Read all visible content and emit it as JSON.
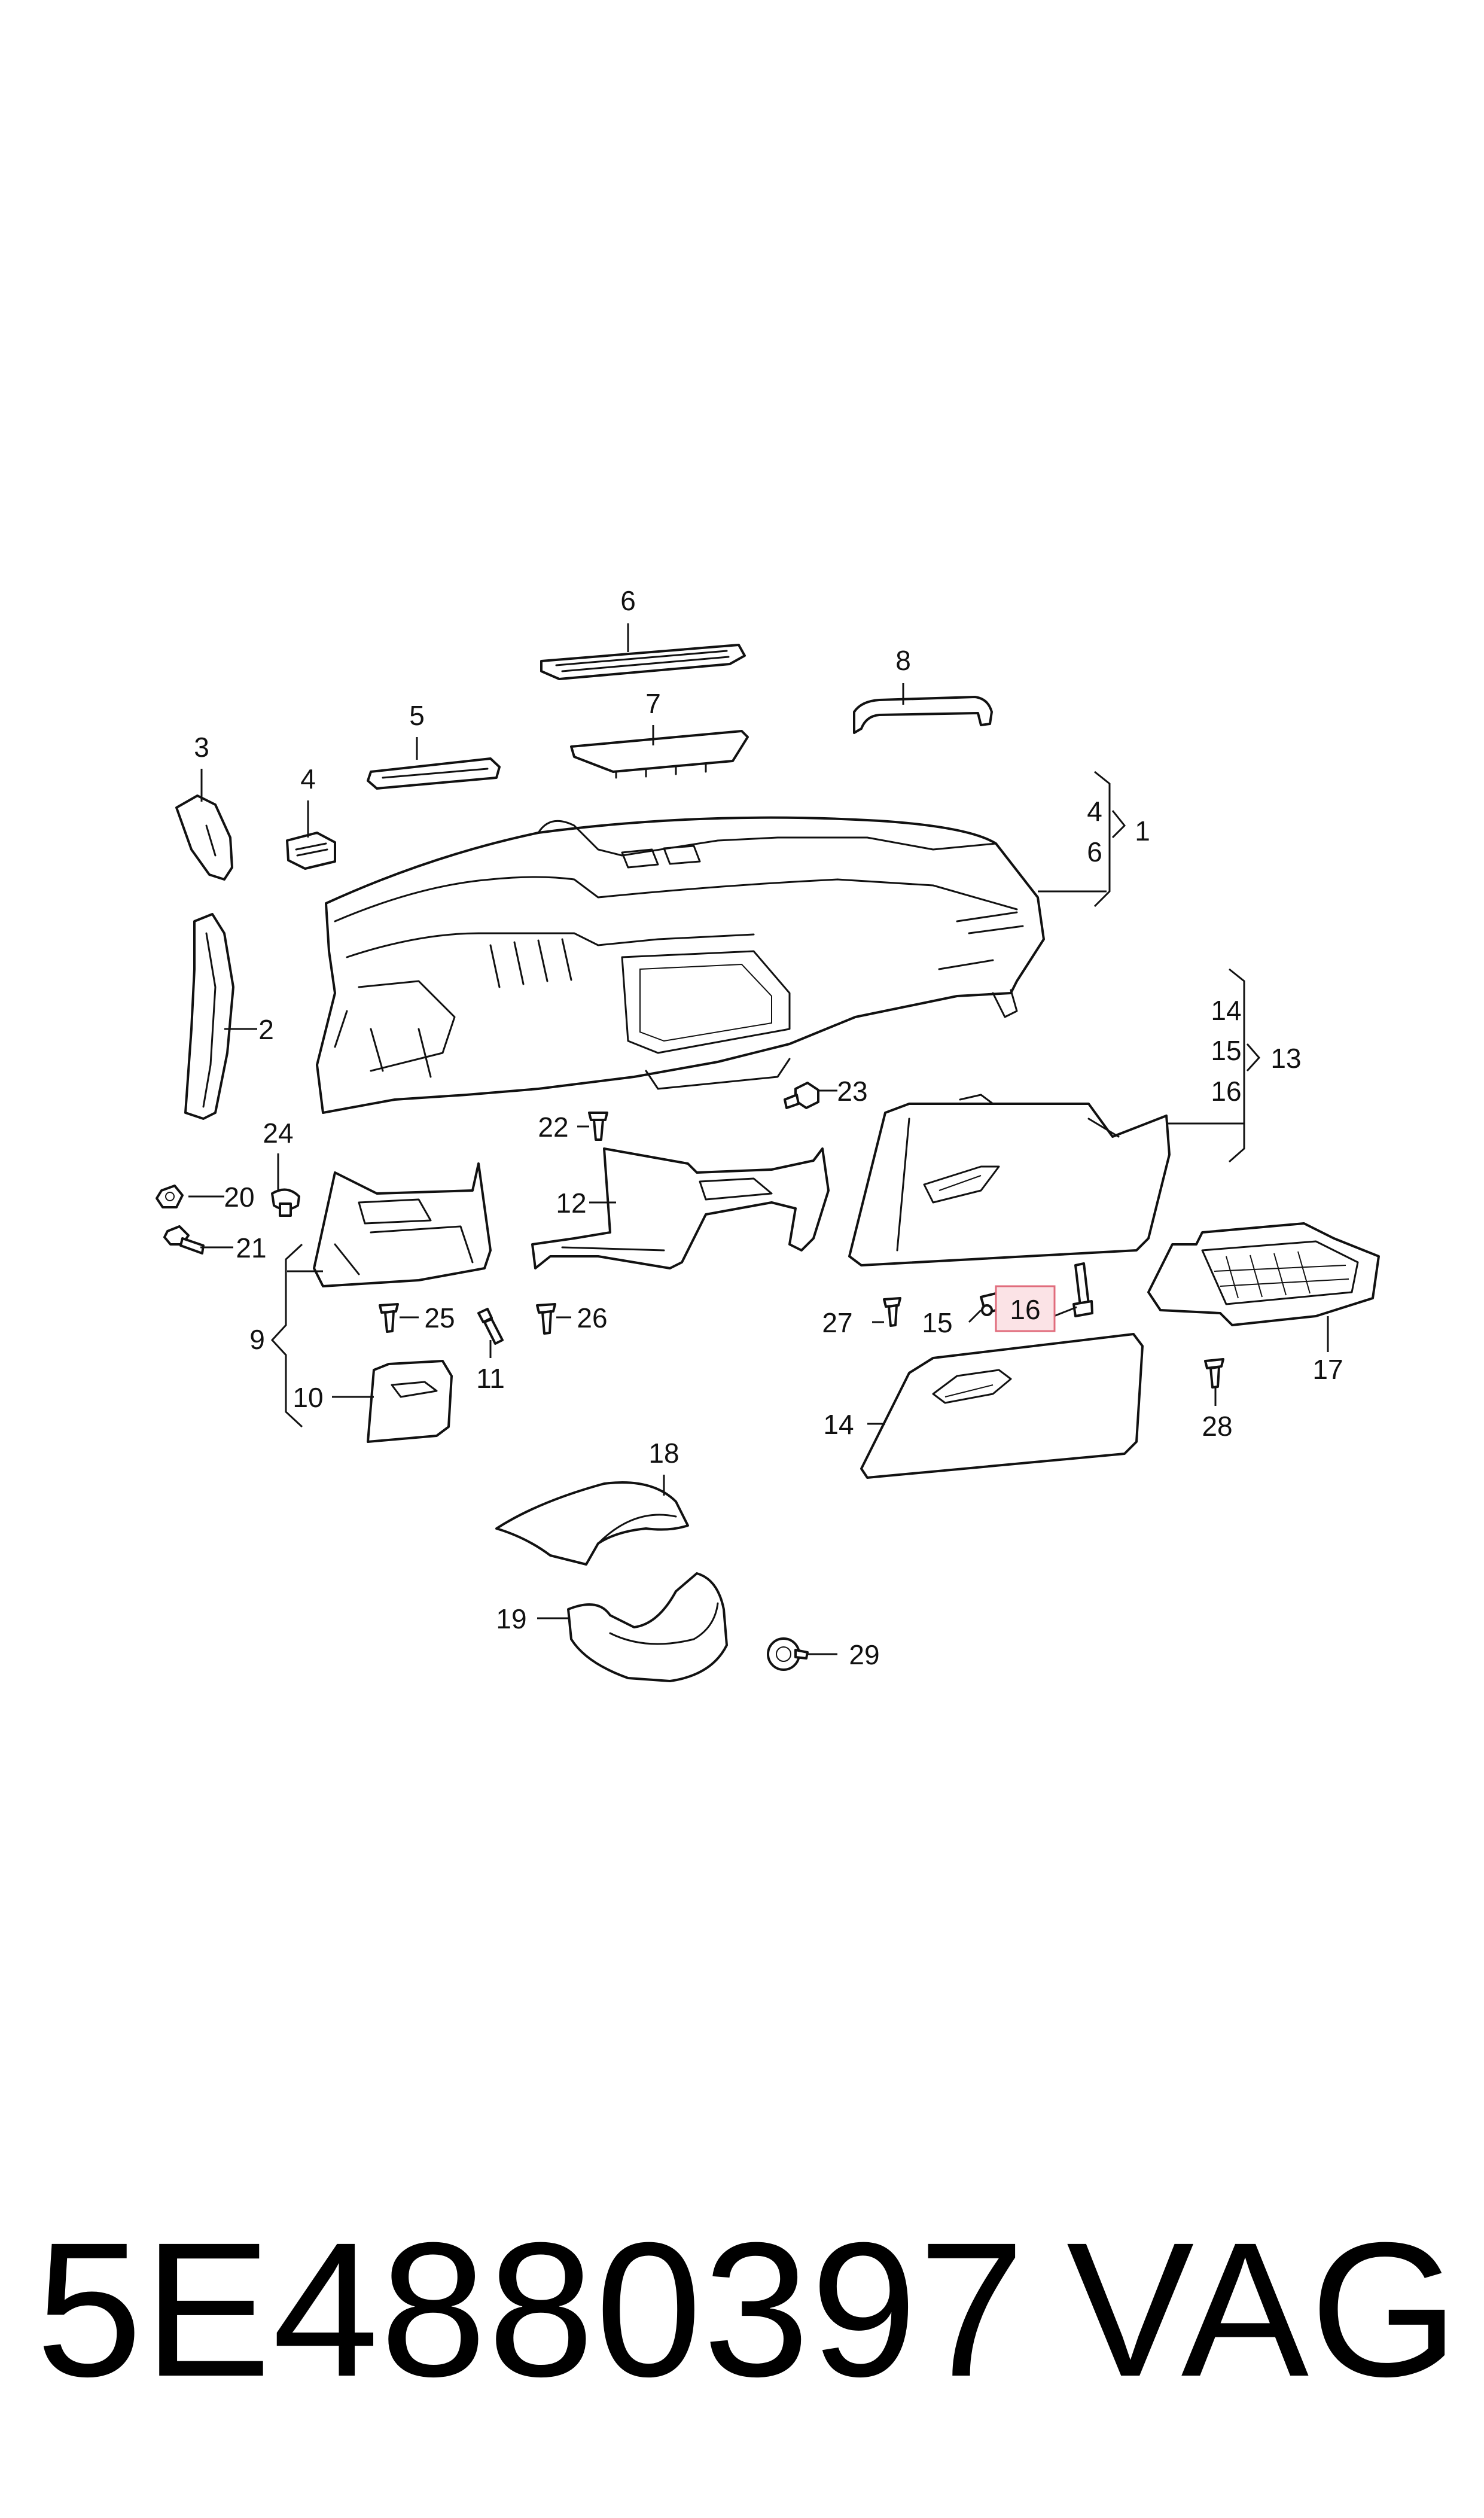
{
  "callouts": [
    {
      "id": "c1",
      "text": "1"
    },
    {
      "id": "c2",
      "text": "2"
    },
    {
      "id": "c3",
      "text": "3"
    },
    {
      "id": "c4",
      "text": "4"
    },
    {
      "id": "c5",
      "text": "5"
    },
    {
      "id": "c6",
      "text": "6"
    },
    {
      "id": "c7",
      "text": "7"
    },
    {
      "id": "c8",
      "text": "8"
    },
    {
      "id": "c9",
      "text": "9"
    },
    {
      "id": "c10",
      "text": "10"
    },
    {
      "id": "c11",
      "text": "11"
    },
    {
      "id": "c12",
      "text": "12"
    },
    {
      "id": "c13",
      "text": "13"
    },
    {
      "id": "c14",
      "text": "14"
    },
    {
      "id": "c15",
      "text": "15"
    },
    {
      "id": "c16",
      "text": "16"
    },
    {
      "id": "c17",
      "text": "17"
    },
    {
      "id": "c18",
      "text": "18"
    },
    {
      "id": "c19",
      "text": "19"
    },
    {
      "id": "c20",
      "text": "20"
    },
    {
      "id": "c21",
      "text": "21"
    },
    {
      "id": "c22",
      "text": "22"
    },
    {
      "id": "c23",
      "text": "23"
    },
    {
      "id": "c24",
      "text": "24"
    },
    {
      "id": "c25",
      "text": "25"
    },
    {
      "id": "c26",
      "text": "26"
    },
    {
      "id": "c27",
      "text": "27"
    },
    {
      "id": "c28",
      "text": "28"
    },
    {
      "id": "c29",
      "text": "29"
    },
    {
      "id": "b1a",
      "text": "4"
    },
    {
      "id": "b1b",
      "text": "6"
    },
    {
      "id": "b13a",
      "text": "14"
    },
    {
      "id": "b13b",
      "text": "15"
    },
    {
      "id": "b13c",
      "text": "16"
    }
  ],
  "highlighted_callout": "16",
  "highlight_color": "#e06c7c",
  "footer": {
    "part_number": "5E4880397",
    "brand": "VAG"
  }
}
